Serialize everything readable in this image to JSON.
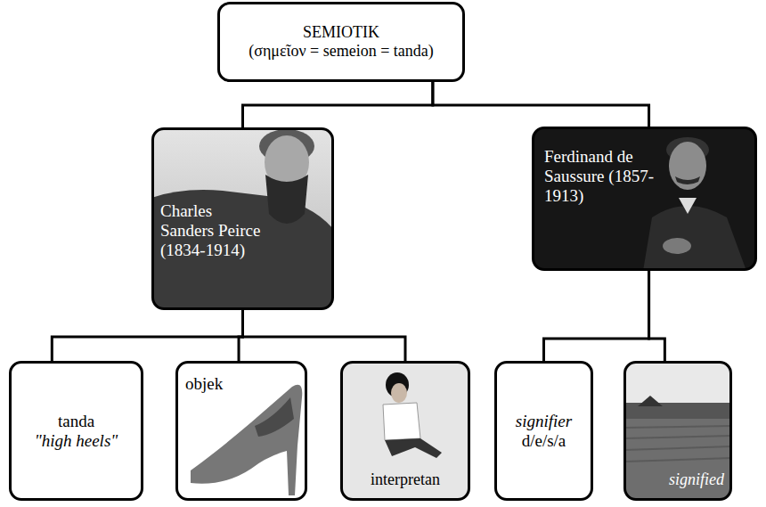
{
  "diagram": {
    "nodes": [
      {
        "text": [
          "SEMIOTIK",
          "(σημεῖον = semeion = tanda)"
        ]
      },
      {
        "text": [
          "Charles Sanders Peirce (1834-1914)"
        ]
      },
      {
        "text": [
          "Ferdinand de Saussure (1857-1913)"
        ]
      },
      {
        "text": [
          "tanda",
          "\"high heels\""
        ]
      },
      {
        "text": [
          "objek"
        ]
      },
      {
        "text": [
          "interpretan"
        ]
      },
      {
        "text": [
          "signifier",
          "d/e/s/a"
        ]
      },
      {
        "text": [
          "signified"
        ]
      }
    ],
    "edges": [
      {
        "from": 0,
        "to": 1,
        "arrow": "none"
      },
      {
        "from": 0,
        "to": 2,
        "arrow": "none"
      },
      {
        "from": 1,
        "to": 3,
        "arrow": "none"
      },
      {
        "from": 1,
        "to": 4,
        "arrow": "none"
      },
      {
        "from": 1,
        "to": 5,
        "arrow": "none"
      },
      {
        "from": 2,
        "to": 6,
        "arrow": "none"
      },
      {
        "from": 2,
        "to": 7,
        "arrow": "none"
      }
    ]
  }
}
